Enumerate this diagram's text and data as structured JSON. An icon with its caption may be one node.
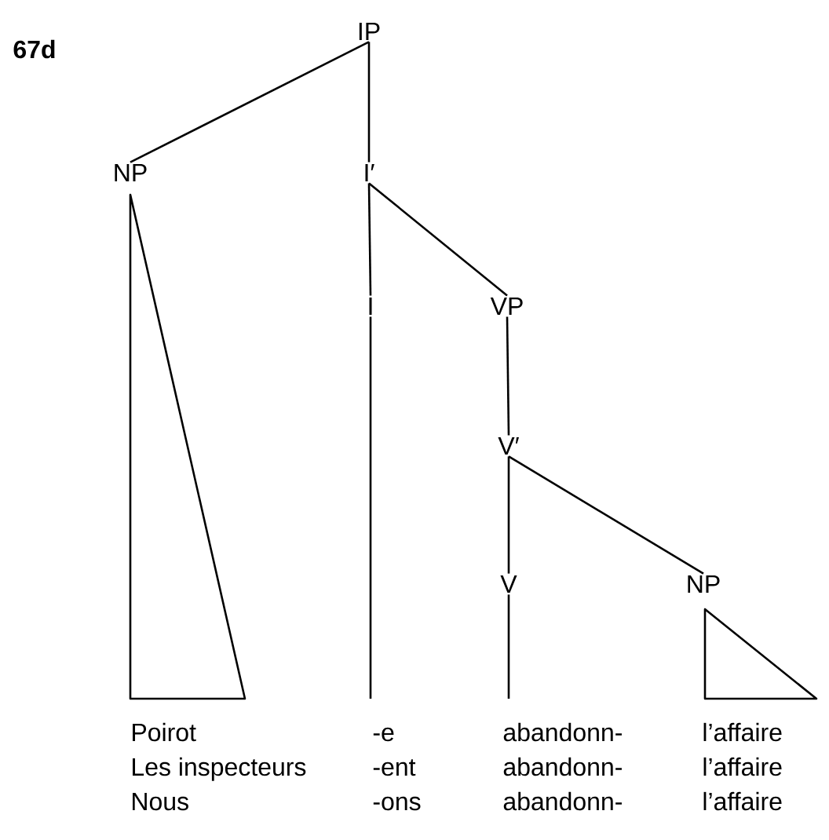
{
  "diagram": {
    "nodes": [
      {
        "text": [
          "IP"
        ]
      },
      {
        "text": [
          "NP"
        ]
      },
      {
        "text": [
          "I′"
        ]
      },
      {
        "text": [
          "I"
        ]
      },
      {
        "text": [
          "VP"
        ]
      },
      {
        "text": [
          "V′"
        ]
      },
      {
        "text": [
          "V"
        ]
      },
      {
        "text": [
          "NP"
        ]
      },
      {
        "text": [],
        "shape": "triangle"
      },
      {
        "text": [],
        "shape": "triangle"
      }
    ],
    "edges": [
      {
        "from": 0,
        "to": 1,
        "arrow": "none"
      },
      {
        "from": 0,
        "to": 2,
        "arrow": "none"
      },
      {
        "from": 2,
        "to": 3,
        "arrow": "none"
      },
      {
        "from": 2,
        "to": 4,
        "arrow": "none"
      },
      {
        "from": 4,
        "to": 5,
        "arrow": "none"
      },
      {
        "from": 5,
        "to": 6,
        "arrow": "none"
      },
      {
        "from": 5,
        "to": 7,
        "arrow": "none"
      },
      {
        "from": 3,
        "to": null,
        "arrow": "none"
      },
      {
        "from": 6,
        "to": null,
        "arrow": "none"
      }
    ],
    "labels": [
      "67d",
      "Poirot",
      "-e",
      "abandonn-",
      "l’affaire",
      "Les inspecteurs",
      "-ent",
      "abandonn-",
      "l’affaire",
      "Nous",
      "-ons",
      "abandonn-",
      "l’affaire"
    ]
  }
}
